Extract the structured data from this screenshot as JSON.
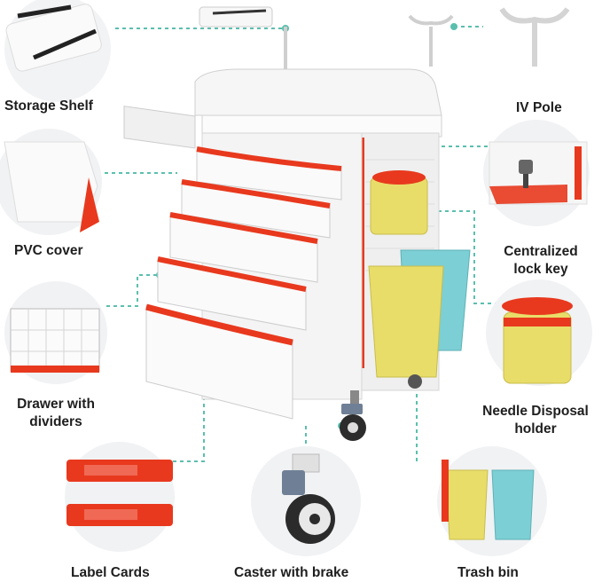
{
  "labels": {
    "storage_shelf": "Storage Shelf",
    "iv_pole": "IV Pole",
    "pvc_cover": "PVC cover",
    "centralized_lock_key_line1": "Centralized",
    "centralized_lock_key_line2": "lock key",
    "drawer_dividers_line1": "Drawer with",
    "drawer_dividers_line2": "dividers",
    "needle_disposal_line1": "Needle Disposal",
    "needle_disposal_line2": "holder",
    "label_cards": "Label Cards",
    "caster_brake": "Caster with brake",
    "trash_bin": "Trash bin"
  },
  "colors": {
    "accent_red": "#e8391e",
    "leader_teal": "#5bbfae",
    "bin_yellow": "#e9dd6a",
    "bin_teal": "#7ccfd4",
    "body_white": "#f4f4f4"
  }
}
